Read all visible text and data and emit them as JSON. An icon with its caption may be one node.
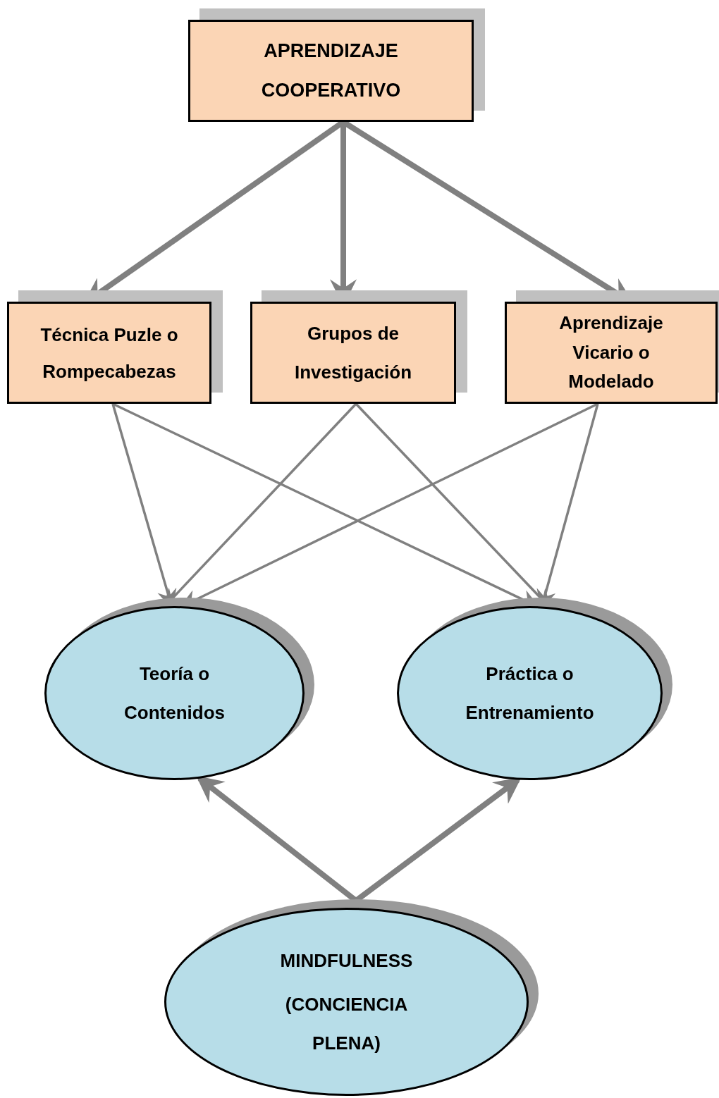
{
  "diagram": {
    "nodes": [
      {
        "text": [
          "APRENDIZAJE COOPERATIVO"
        ]
      },
      {
        "text": [
          "Técnica Puzle o Rompecabezas"
        ]
      },
      {
        "text": [
          "Grupos de Investigación"
        ]
      },
      {
        "text": [
          "Aprendizaje Vicario o Modelado"
        ]
      },
      {
        "text": [
          "Teoría o Contenidos"
        ]
      },
      {
        "text": [
          "Práctica o Entrenamiento"
        ]
      },
      {
        "text": [
          "MINDFULNESS",
          "(CONCIENCIA PLENA)"
        ]
      }
    ],
    "edges": [
      {
        "from": 0,
        "to": 1,
        "arrow": "to",
        "style": "thick"
      },
      {
        "from": 0,
        "to": 2,
        "arrow": "to",
        "style": "thick"
      },
      {
        "from": 0,
        "to": 3,
        "arrow": "to",
        "style": "thick"
      },
      {
        "from": 1,
        "to": 4,
        "arrow": "to"
      },
      {
        "from": 1,
        "to": 5,
        "arrow": "to"
      },
      {
        "from": 2,
        "to": 4,
        "arrow": "to"
      },
      {
        "from": 2,
        "to": 5,
        "arrow": "to"
      },
      {
        "from": 3,
        "to": 4,
        "arrow": "to"
      },
      {
        "from": 3,
        "to": 5,
        "arrow": "to"
      },
      {
        "from": 6,
        "to": 4,
        "arrow": "to",
        "style": "thick"
      },
      {
        "from": 6,
        "to": 5,
        "arrow": "to",
        "style": "thick"
      }
    ]
  }
}
